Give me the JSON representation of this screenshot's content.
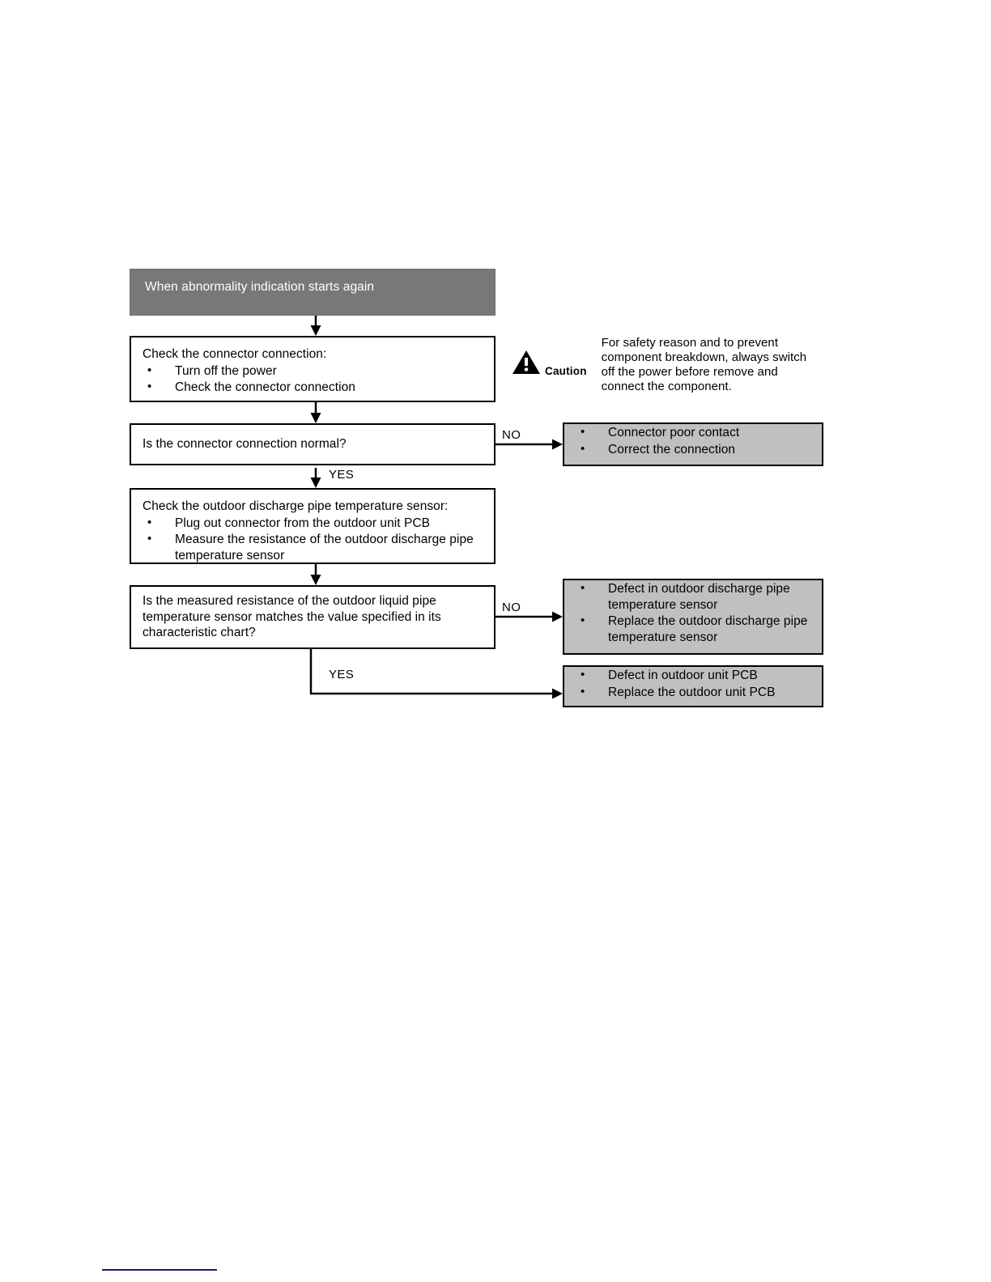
{
  "diagram": {
    "title": "When abnormality indication starts again",
    "header": {
      "label": "When abnormality indication starts again",
      "bg_color": "#787878",
      "text_color": "#ffffff"
    },
    "steps": [
      {
        "id": "check-connector",
        "type": "process",
        "title": "Check the connector connection:",
        "bullets": [
          "Turn off the power",
          "Check the connector connection"
        ]
      },
      {
        "id": "connector-normal",
        "type": "decision",
        "question": "Is the connector connection normal?",
        "yes_label": "YES",
        "no_label": "NO"
      },
      {
        "id": "check-sensor",
        "type": "process",
        "title": "Check the outdoor discharge pipe temperature sensor:",
        "bullets": [
          "Plug out connector from the outdoor unit PCB",
          "Measure the resistance of the outdoor discharge pipe temperature sensor"
        ]
      },
      {
        "id": "resistance-matches",
        "type": "decision",
        "question": "Is the measured resistance of the outdoor liquid pipe temperature sensor matches the value specified in its characteristic chart?",
        "yes_label": "YES",
        "no_label": "NO"
      }
    ],
    "results": [
      {
        "id": "connector-poor-contact",
        "bullets": [
          "Connector poor contact",
          "Correct the connection"
        ],
        "bg_color": "#c0c0c0"
      },
      {
        "id": "sensor-defect",
        "bullets": [
          "Defect in outdoor discharge pipe temperature sensor",
          "Replace the outdoor discharge pipe temperature sensor"
        ],
        "bg_color": "#c0c0c0"
      },
      {
        "id": "pcb-defect",
        "bullets": [
          "Defect in outdoor unit PCB",
          "Replace the outdoor unit PCB"
        ],
        "bg_color": "#c0c0c0"
      }
    ],
    "caution": {
      "icon": "warning-triangle-icon",
      "word": "Caution",
      "text": "For safety reason and to prevent component breakdown, always switch off the power before remove and connect the component."
    },
    "branch_labels": {
      "no_1": "NO",
      "yes_1": "YES",
      "no_2": "NO",
      "yes_2": "YES"
    }
  }
}
